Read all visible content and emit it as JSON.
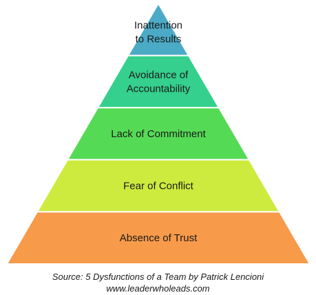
{
  "pyramid": {
    "tiers": [
      {
        "lines": [
          "Inattention",
          "to Results"
        ],
        "color": "#4BAAC6"
      },
      {
        "lines": [
          "Avoidance of",
          "Accountability"
        ],
        "color": "#35D08D"
      },
      {
        "lines": [
          "Lack of Commitment"
        ],
        "color": "#55DA55"
      },
      {
        "lines": [
          "Fear of Conflict"
        ],
        "color": "#CDEB3E"
      },
      {
        "lines": [
          "Absence of Trust"
        ],
        "color": "#F79A4A"
      }
    ]
  },
  "caption": {
    "source": "Source:  5 Dysfunctions of a Team by Patrick Lencioni",
    "url": "www.leaderwholeads.com"
  }
}
